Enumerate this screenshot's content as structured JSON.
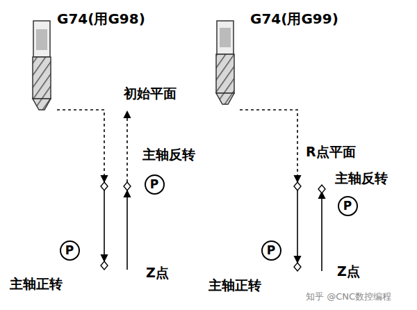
{
  "diagram": {
    "nodes": [
      {
        "text": [
          "P"
        ]
      },
      {
        "text": [
          "P"
        ]
      },
      {
        "text": [
          "P"
        ]
      },
      {
        "text": [
          "P"
        ]
      }
    ],
    "labels": [
      "G74(用G98)",
      "G74(用G99)",
      "初始平面",
      "主轴反转",
      "R点平面",
      "主轴反转",
      "主轴正转",
      "Z点",
      "主轴正转",
      "Z点",
      "知乎 @CNC数控编程"
    ]
  }
}
